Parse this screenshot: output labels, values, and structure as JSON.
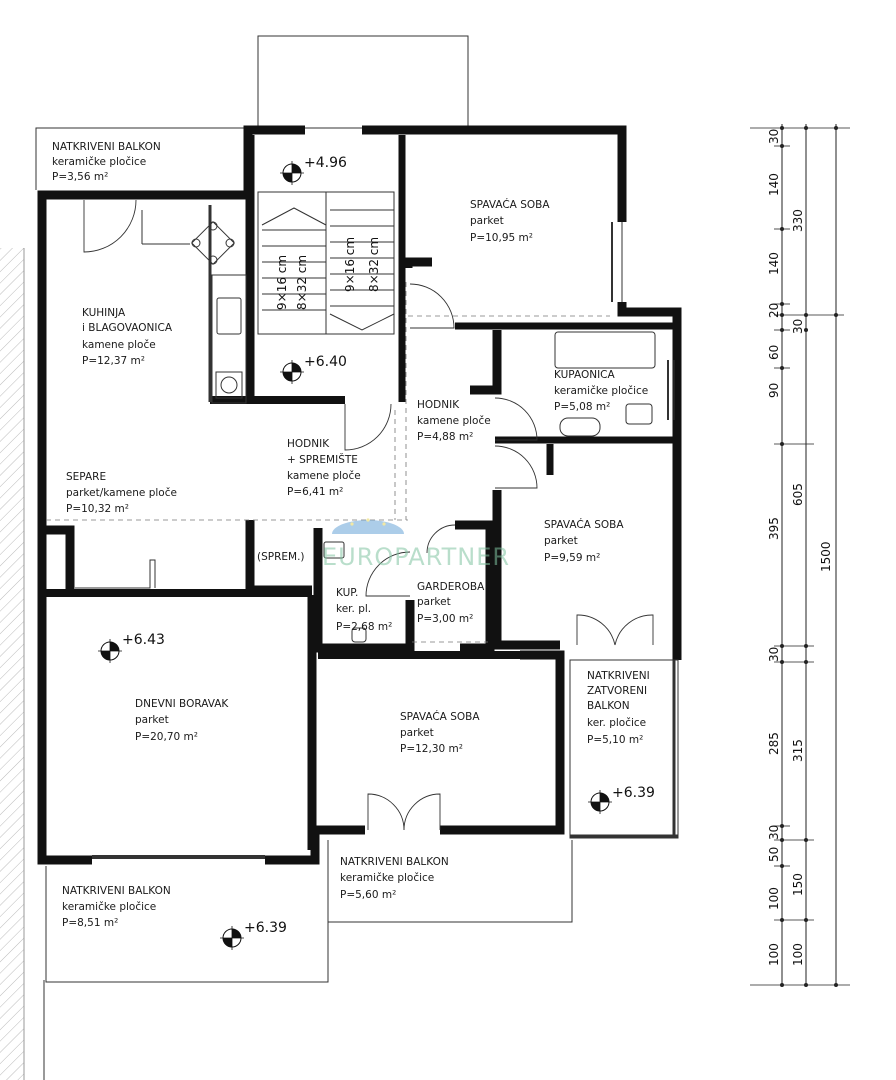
{
  "rooms": {
    "balkon_nw": {
      "name": "NATKRIVENI BALKON",
      "finish": "keramičke pločice",
      "area": "P=3,56 m²"
    },
    "kuhinja": {
      "name1": "KUHINJA",
      "name2": "i BLAGOVAONICA",
      "finish": "kamene ploče",
      "area": "P=12,37 m²"
    },
    "separe": {
      "name": "SEPARE",
      "finish": "parket/kamene ploče",
      "area": "P=10,32 m²"
    },
    "hodnik_spremiste": {
      "name1": "HODNIK",
      "name2": "+ SPREMIŠTE",
      "finish": "kamene ploče",
      "area": "P=6,41 m²"
    },
    "hodnik": {
      "name": "HODNIK",
      "finish": "kamene ploče",
      "area": "P=4,88 m²"
    },
    "spavaca1": {
      "name": "SPAVAĆA SOBA",
      "finish": "parket",
      "area": "P=10,95 m²"
    },
    "kupaonica": {
      "name": "KUPAONICA",
      "finish": "keramičke pločice",
      "area": "P=5,08 m²"
    },
    "spavaca2": {
      "name": "SPAVAĆA SOBA",
      "finish": "parket",
      "area": "P=9,59 m²"
    },
    "sprem": {
      "name": "(SPREM.)"
    },
    "kup": {
      "name": "KUP.",
      "finish": "ker. pl.",
      "area": "P=2,68 m²"
    },
    "garderoba": {
      "name": "GARDEROBA",
      "finish": "parket",
      "area": "P=3,00 m²"
    },
    "dnevni": {
      "name": "DNEVNI BORAVAK",
      "finish": "parket",
      "area": "P=20,70 m²"
    },
    "spavaca3": {
      "name": "SPAVAĆA SOBA",
      "finish": "parket",
      "area": "P=12,30 m²"
    },
    "balkon_zatvoreni": {
      "name1": "NATKRIVENI",
      "name2": "ZATVORENI",
      "name3": "BALKON",
      "finish": "ker. pločice",
      "area": "P=5,10 m²"
    },
    "balkon_sw": {
      "name": "NATKRIVENI BALKON",
      "finish": "keramičke pločice",
      "area": "P=8,51 m²"
    },
    "balkon_s": {
      "name": "NATKRIVENI BALKON",
      "finish": "keramičke pločice",
      "area": "P=5,60 m²"
    }
  },
  "stairs": {
    "left_a": "9×16 cm",
    "left_b": "8×32 cm",
    "right_a": "9×16 cm",
    "right_b": "8×32 cm"
  },
  "levels": {
    "top": "+4.96",
    "mid": "+6.40",
    "living": "+6.43",
    "closed_balcony": "+6.39",
    "south_balcony": "+6.39"
  },
  "dimensions": {
    "col1": [
      "30",
      "140",
      "140",
      "20",
      "60",
      "90",
      "395",
      "30",
      "285",
      "30",
      "50",
      "100",
      "100"
    ],
    "col2": [
      "330",
      "30",
      "605",
      "315",
      "150",
      "100"
    ],
    "col3": [
      "1500"
    ]
  },
  "watermark": "EUROPARTNER"
}
